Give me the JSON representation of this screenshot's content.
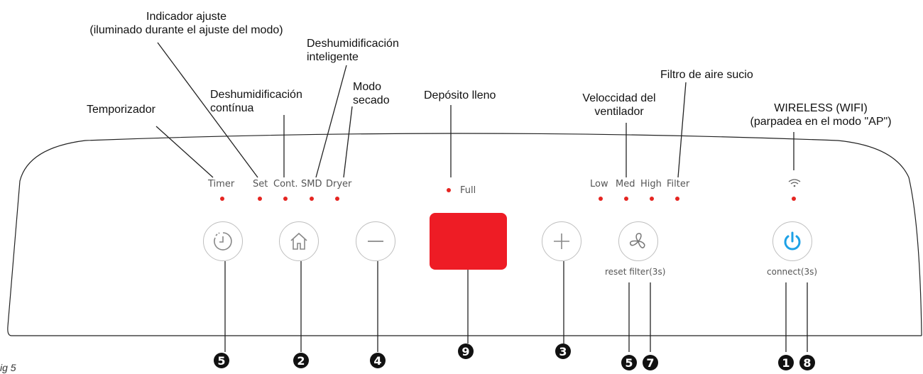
{
  "callouts": {
    "indicador": "Indicador ajuste\n(iluminado durante el ajuste del modo)",
    "smart": "Deshumidificación\ninteligente",
    "filtro_sucio": "Filtro de aire sucio",
    "continua": "Deshumidificación\ncontínua",
    "modo_secado": "Modo\nsecado",
    "deposito": "Depósito lleno",
    "velocidad": "Veloccidad del\nventilador",
    "temporizador": "Temporizador",
    "wireless": "WIRELESS (WIFI)\n(parpadea en el modo \"AP\")"
  },
  "panel_labels": {
    "timer": "Timer",
    "set": "Set",
    "cont": "Cont.",
    "smd": "SMD",
    "dryer": "Dryer",
    "full": "Full",
    "low": "Low",
    "med": "Med",
    "high": "High",
    "filter": "Filter"
  },
  "button_captions": {
    "fan": "reset filter(3s)",
    "power": "connect(3s)"
  },
  "badges": {
    "timer": "5",
    "mode": "2",
    "minus": "4",
    "display": "9",
    "plus": "3",
    "fan_a": "5",
    "fan_b": "7",
    "power_a": "1",
    "power_b": "8"
  },
  "figure_caption": "ig 5",
  "icons": {
    "timer_button": "timer-icon",
    "mode_button": "home-icon",
    "minus_button": "minus-icon",
    "plus_button": "plus-icon",
    "fan_button": "fan-icon",
    "power_button": "power-icon",
    "wifi_indicator": "wifi-icon"
  },
  "colors": {
    "led": "#e52521",
    "display": "#ee1c25",
    "power_icon": "#1da1e6",
    "badge": "#111111"
  }
}
